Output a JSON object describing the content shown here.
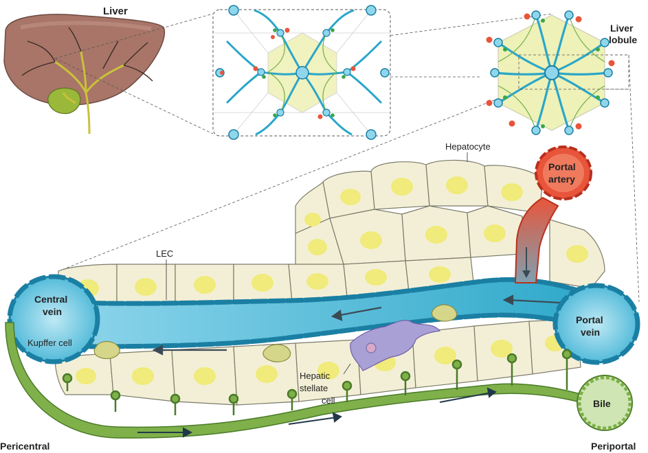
{
  "labels": {
    "liver": "Liver",
    "liver_lobule_1": "Liver",
    "liver_lobule_2": "lobule",
    "hepatocyte": "Hepatocyte",
    "portal_artery_1": "Portal",
    "portal_artery_2": "artery",
    "lec": "LEC",
    "central_vein_1": "Central",
    "central_vein_2": "vein",
    "portal_vein_1": "Portal",
    "portal_vein_2": "vein",
    "kupffer_cell": "Kupffer cell",
    "hepatic_stellate_1": "Hepatic",
    "hepatic_stellate_2": "stellate",
    "hepatic_stellate_3": "cell",
    "bile": "Bile",
    "pericentral": "Pericentral",
    "periportal": "Periportal"
  },
  "colors": {
    "hepatocyte_fill": "#f3efd6",
    "hepatocyte_stroke": "#7a7a6a",
    "nucleus": "#f0eb7a",
    "sinusoid": "#2aa6c8",
    "sinusoid_dark": "#1a7fa3",
    "central_vein": "#58c0dd",
    "artery": "#e8553b",
    "artery_dark": "#b8301d",
    "bile_duct": "#7fb04a",
    "bile_duct_dark": "#4a7a28",
    "bile_lumen": "#cfe6b4",
    "liver_tissue": "#a87568",
    "gallbladder": "#9ab83a",
    "stellate": "#a9a0d6",
    "kupffer": "#d6d68a",
    "lobule_fill": "#eef1b8"
  }
}
